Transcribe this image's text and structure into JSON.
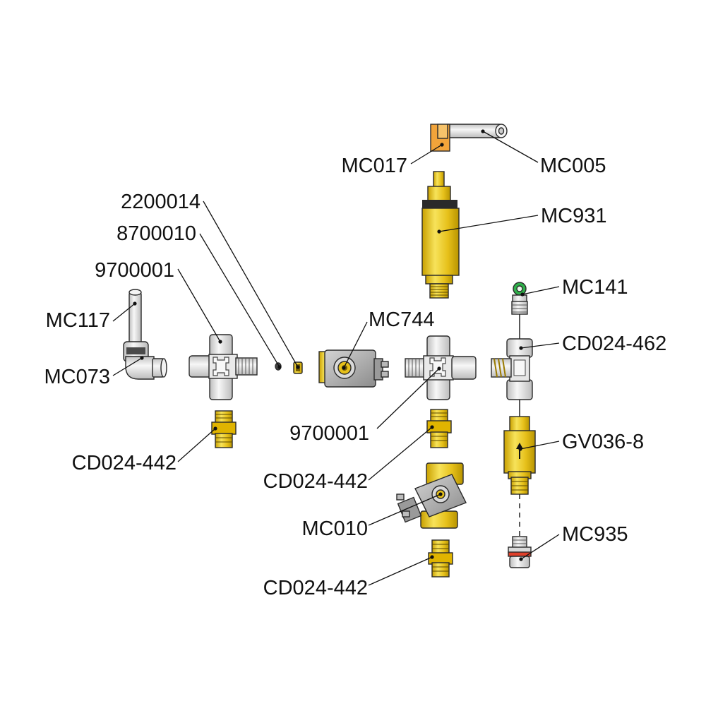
{
  "colors": {
    "brass": "#e6c01a",
    "brass_dark": "#b89400",
    "brass_light": "#f7e35a",
    "orange": "#f2a43a",
    "white_part": "#eeeeee",
    "white_shade": "#c9c9c9",
    "solenoid": "#b9b9b9",
    "solenoid_dark": "#7f7f7f",
    "green": "#2fb04a",
    "line": "#111111"
  },
  "labels": [
    {
      "id": "mc017",
      "text": "MC017"
    },
    {
      "id": "mc005",
      "text": "MC005"
    },
    {
      "id": "mc931",
      "text": "MC931"
    },
    {
      "id": "p2200014",
      "text": "2200014"
    },
    {
      "id": "p8700010",
      "text": "8700010"
    },
    {
      "id": "p9700001a",
      "text": "9700001"
    },
    {
      "id": "mc117",
      "text": "MC117"
    },
    {
      "id": "mc073",
      "text": "MC073"
    },
    {
      "id": "mc744",
      "text": "MC744"
    },
    {
      "id": "mc141",
      "text": "MC141"
    },
    {
      "id": "cd024462",
      "text": "CD024-462"
    },
    {
      "id": "p9700001b",
      "text": "9700001"
    },
    {
      "id": "cd024442a",
      "text": "CD024-442"
    },
    {
      "id": "cd024442b",
      "text": "CD024-442"
    },
    {
      "id": "gv0368",
      "text": "GV036-8"
    },
    {
      "id": "mc010",
      "text": "MC010"
    },
    {
      "id": "mc935",
      "text": "MC935"
    },
    {
      "id": "cd024442c",
      "text": "CD024-442"
    }
  ]
}
